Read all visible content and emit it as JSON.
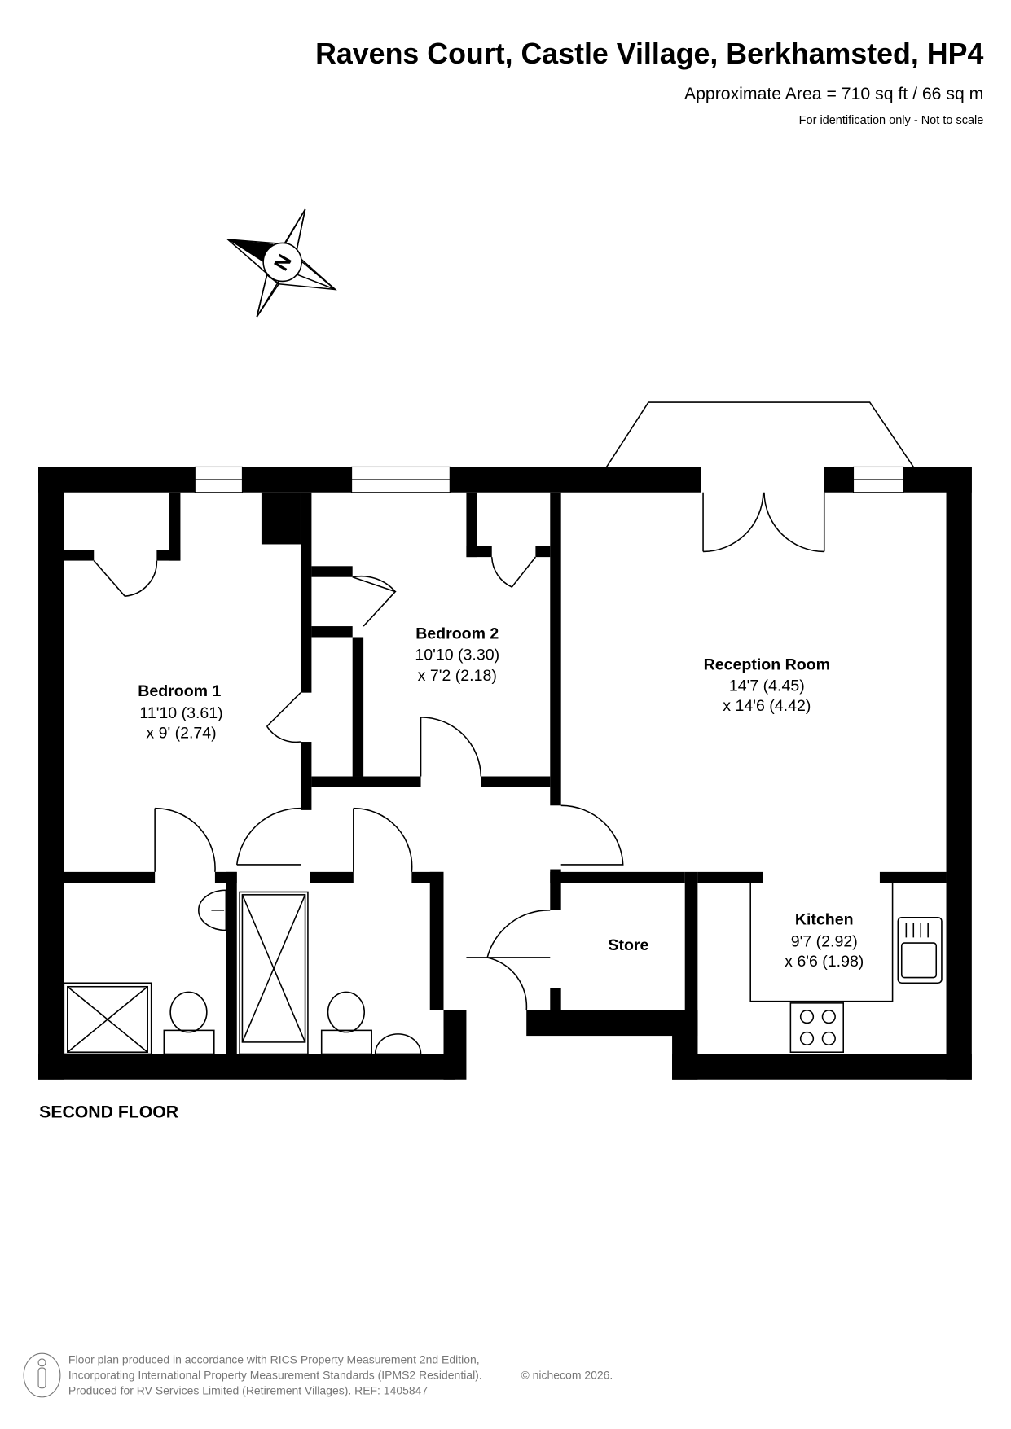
{
  "header": {
    "title": "Ravens Court, Castle Village, Berkhamsted, HP4",
    "area": "Approximate Area = 710 sq ft / 66 sq m",
    "disclaimer": "For identification only - Not to scale"
  },
  "compass": {
    "label": "N"
  },
  "rooms": [
    {
      "name": "Bedroom 1",
      "dim1": "11'10 (3.61)",
      "dim2": "x 9' (2.74)"
    },
    {
      "name": "Bedroom 2",
      "dim1": "10'10 (3.30)",
      "dim2": "x 7'2 (2.18)"
    },
    {
      "name": "Reception Room",
      "dim1": "14'7 (4.45)",
      "dim2": "x 14'6 (4.42)"
    },
    {
      "name": "Kitchen",
      "dim1": "9'7 (2.92)",
      "dim2": "x 6'6 (1.98)"
    },
    {
      "name": "Store"
    }
  ],
  "floor_label": "SECOND FLOOR",
  "footer": {
    "line1": "Floor plan produced in accordance with RICS Property Measurement 2nd Edition,",
    "line2": "Incorporating International Property Measurement Standards (IPMS2 Residential).",
    "copyright": "© nichecom 2026.",
    "line3": "Produced for RV Services Limited (Retirement Villages).   REF:  1405847"
  }
}
